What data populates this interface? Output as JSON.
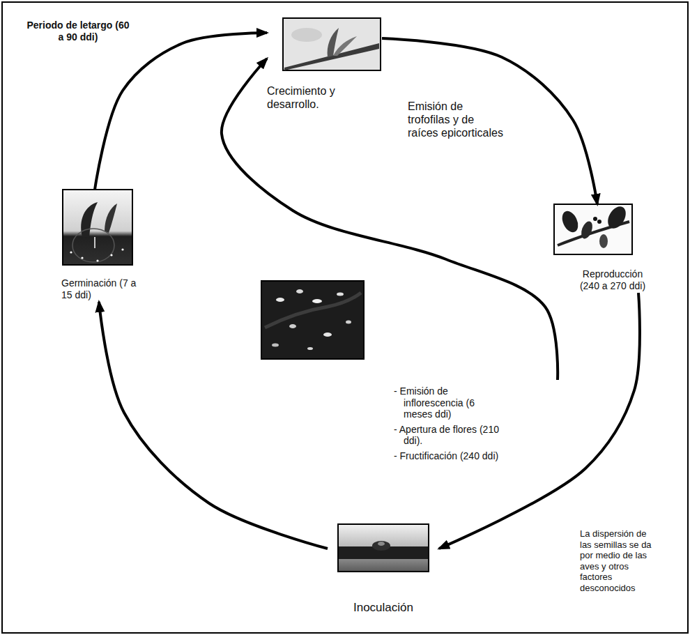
{
  "diagram": {
    "nodes": [
      {
        "text": [
          "Crecimiento y desarrollo."
        ]
      },
      {
        "text": [
          "Reproducción (240 a 270 ddi)"
        ]
      },
      {
        "text": [
          "Inoculación"
        ]
      },
      {
        "text": [
          "Germinación (7 a 15 ddi)"
        ]
      },
      {
        "text": [
          "- Emisión de inflorescencia (6 meses ddi)",
          "- Apertura de flores (210 ddi).",
          "- Fructificación (240 ddi)"
        ]
      }
    ],
    "edges": [
      {
        "from": 0,
        "to": 1,
        "arrow": "to",
        "label": "Emisión de trofofilas y de raíces epicorticales"
      },
      {
        "from": 1,
        "to": 2,
        "arrow": "to",
        "label": "La dispersión de las semillas se da por medio de las aves y otros factores desconocidos"
      },
      {
        "from": 2,
        "to": 3,
        "arrow": "to"
      },
      {
        "from": 3,
        "to": 0,
        "arrow": "to",
        "label": "Periodo de letargo (60 a 90 ddi)"
      },
      {
        "from": 4,
        "to": 0,
        "arrow": "to"
      }
    ]
  }
}
